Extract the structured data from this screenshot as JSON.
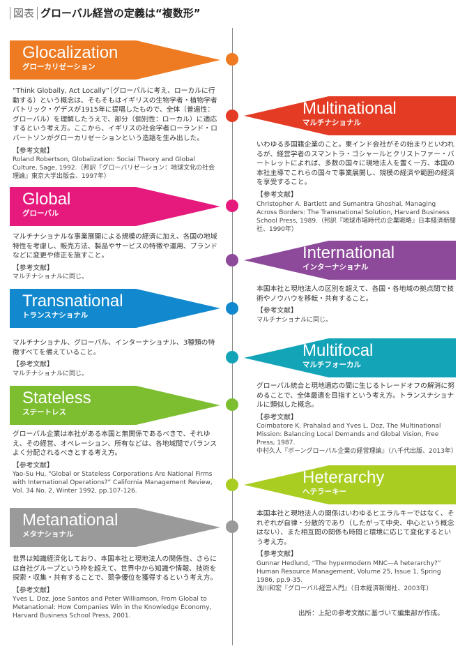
{
  "header": {
    "tag": "図表",
    "title": "グローバル経営の定義は“複数形”"
  },
  "colors": {
    "glocalization": "#ee7a21",
    "multinational": "#e33b24",
    "global": "#e6197d",
    "international": "#8e4a9a",
    "transnational": "#1289cf",
    "multifocal": "#14a4b8",
    "stateless": "#7dbe31",
    "heterarchy": "#aacd22",
    "metanational": "#9a9a9a"
  },
  "concepts": {
    "glocalization": {
      "en": "Glocalization",
      "ja": "グローカリゼーション",
      "body": "“Think Globally, Act Locally”（グローバルに考え、ローカルに行動する）という概念は、そもそもはイギリスの生物学者・植物学者パトリック・ゲデスが1915年に提唱したもので、全体（普遍性：グローバル）を理解したうえで、部分（個別性：ローカル）に適応するという考え方。ここから、イギリスの社会学者ローランド・ロバートソンがグローカリゼーションという造語を生み出した。",
      "ref_label": "【参考文献】",
      "ref": "Roland Robertson, Globalization: Social Theory and Global Culture, Sage, 1992.（邦訳『グローバリゼーション：地球文化の社会理論』東京大学出版会、1997年）"
    },
    "multinational": {
      "en": "Multinational",
      "ja": "マルチナショナル",
      "body": "いわゆる多国籍企業のこと。東インド会社がその始まりといわれるが、経営学者のスマントラ・ゴシャールとクリストファー・バートレットによれば、多数の国々に現地法人を置く一方、本国の本社主導でこれらの国々で事業展開し、規模の経済や範囲の経済を享受すること。",
      "ref_label": "【参考文献】",
      "ref": "Christopher A. Bartlett and Sumantra Ghoshal, Managing Across Borders: The Transnational Solution, Harvard Business School Press, 1989.（邦訳『地球市場時代の企業戦略』日本経済新聞社、1990年）"
    },
    "global": {
      "en": "Global",
      "ja": "グローバル",
      "body": "マルチナショナルな事業展開による規模の経済に加え、各国の地域特性を考慮し、販売方法、製品やサービスの特徴や運用、ブランドなどに変更や修正を施すこと。",
      "ref_label": "【参考文献】",
      "ref": "マルチナショナルに同じ。"
    },
    "international": {
      "en": "International",
      "ja": "インターナショナル",
      "body": "本国本社と現地法人の区別を超えて、各国・各地域の拠点間で技術やノウハウを移転・共有すること。",
      "ref_label": "【参考文献】",
      "ref": "マルチナショナルに同じ。"
    },
    "transnational": {
      "en": "Transnational",
      "ja": "トランスナショナル",
      "body": "マルチナショナル、グローバル、インターナショナル、3種類の特徴すべてを備えていること。",
      "ref_label": "【参考文献】",
      "ref": "マルチナショナルに同じ。"
    },
    "multifocal": {
      "en": "Multifocal",
      "ja": "マルチフォーカル",
      "body": "グローバル統合と現地適応の間に生じるトレードオフの解消に努めることで、全体最適を目指すという考え方。トランスナショナルに類似した概念。",
      "ref_label": "【参考文献】",
      "ref": "Coimbatore K. Prahalad and Yves L. Doz, The Multinational Mission: Balancing Local Demands and Global Vision, Free Press, 1987.",
      "ref2": "中村久人『ボーングローバル企業の経営理論』（八千代出版、2013年）"
    },
    "stateless": {
      "en": "Stateless",
      "ja": "ステートレス",
      "body": "グローバル企業は本社がある本国と無関係であるべきで、それゆえ、その経営、オペレーション、所有などは、各地域間でバランスよく分配されるべきとする考え方。",
      "ref_label": "【参考文献】",
      "ref": "Yao-Su Hu, “Global or Stateless Corporations Are National Firms with International Operations?” California Management Review, Vol. 34 No. 2, Winter 1992, pp.107-126."
    },
    "heterarchy": {
      "en": "Heterarchy",
      "ja": "ヘテラーキー",
      "body": "本国本社と現地法人の関係はいわゆるヒエラルキーではなく、それぞれが自律・分散的であり（したがって中央、中心という概念はない）、また相互間の関係も時間と環境に応じて変化するという考え方。",
      "ref_label": "【参考文献】",
      "ref": "Gunnar Hedlund, “The hypermodern MNC—A heterarchy?” Human Resource Management, Volume 25, Issue 1, Spring 1986, pp.9-35.",
      "ref2": "浅川和宏『グローバル経営入門』（日本経済新聞社、2003年）"
    },
    "metanational": {
      "en": "Metanational",
      "ja": "メタナショナル",
      "body": "世界は知識経済化しており、本国本社と現地法人の関係性、さらには自社グループという枠を超えて、世界中から知識や情報、技術を探索・収集・共有することで、競争優位を獲得するという考え方。",
      "ref_label": "【参考文献】",
      "ref": "Yves L. Doz, Jose Santos and Peter Williamson, From Global to Metanational: How Companies Win in the Knowledge Economy, Harvard Business School Press, 2001."
    }
  },
  "source": "出所：上記の参考文献に基づいて編集部が作成。"
}
